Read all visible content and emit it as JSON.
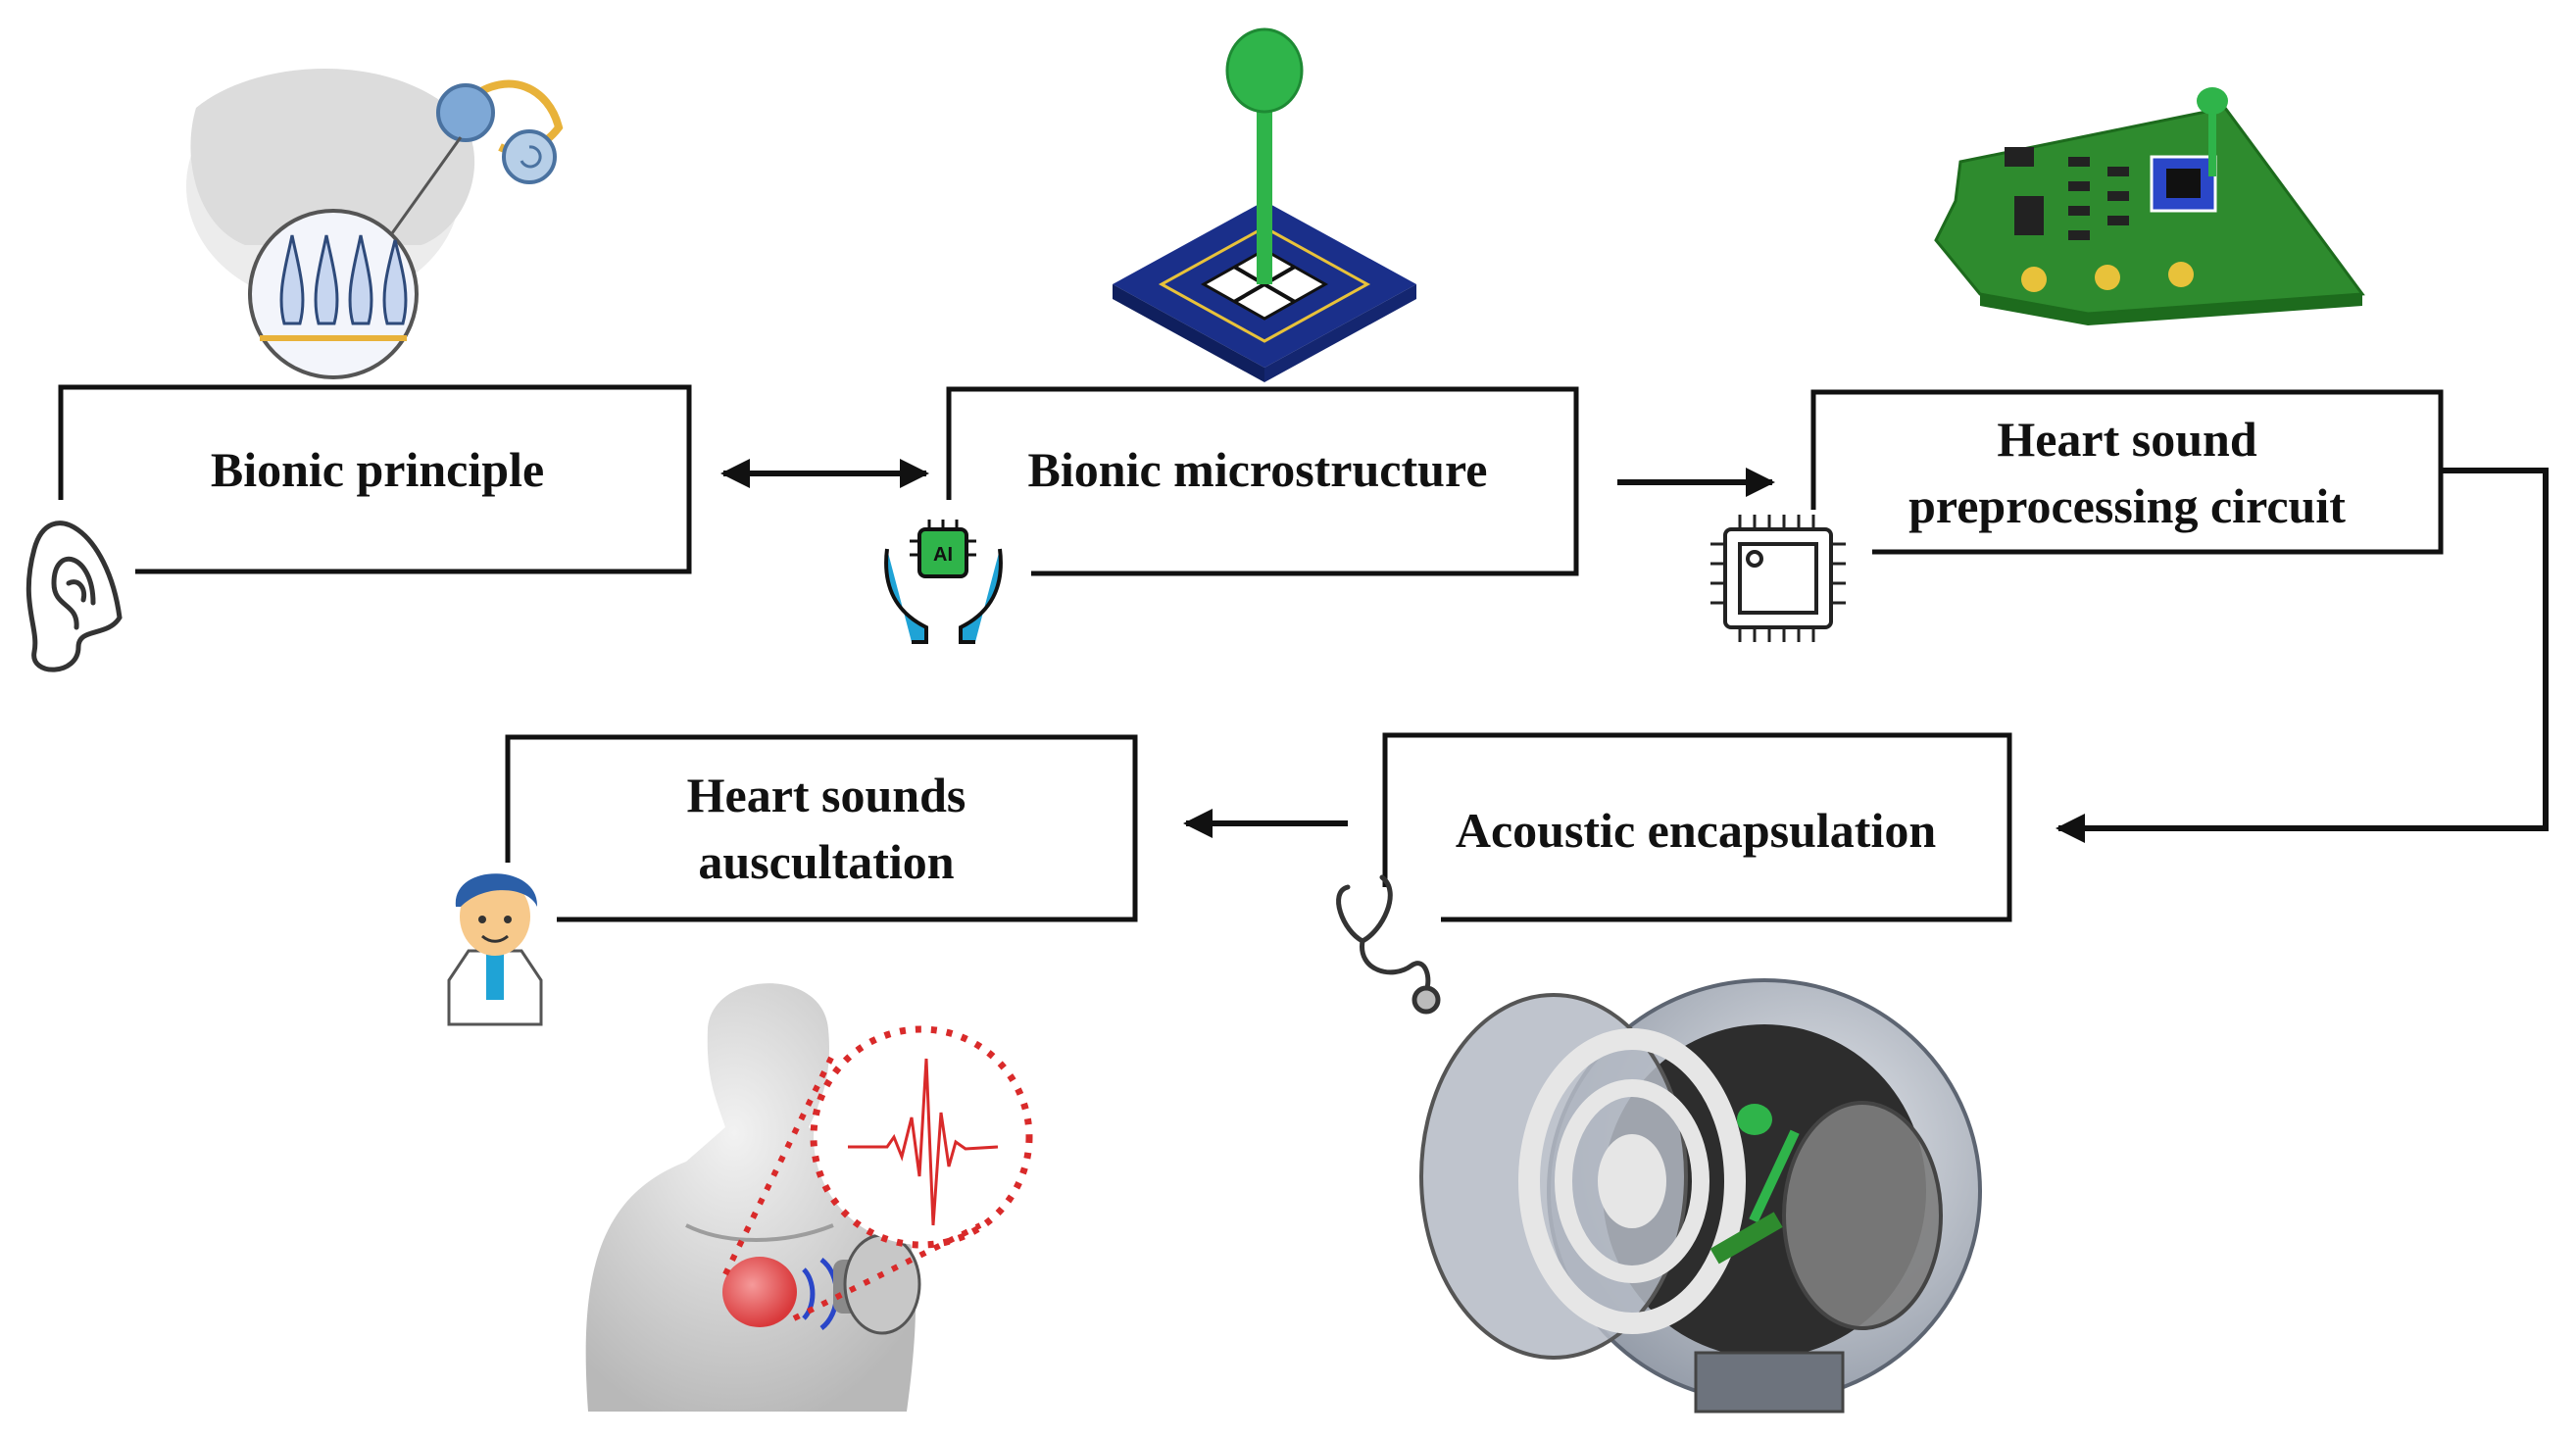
{
  "steps": {
    "bionic_principle": {
      "label": "Bionic principle",
      "icon": "ear-icon",
      "illustration": "inner-ear-hair-cells-illustration"
    },
    "bionic_microstructure": {
      "label": "Bionic microstructure",
      "icon": "ai-chip-hands-icon",
      "illustration": "cilia-microstructure-illustration"
    },
    "preprocessing_circuit": {
      "line1": "Heart sound",
      "line2": "preprocessing circuit",
      "icon": "microchip-icon",
      "illustration": "pcb-board-illustration"
    },
    "acoustic_encapsulation": {
      "label": "Acoustic encapsulation",
      "icon": "stethoscope-icon",
      "illustration": "encapsulated-stethoscope-illustration"
    },
    "auscultation": {
      "line1": "Heart sounds",
      "line2": "auscultation",
      "icon": "doctor-icon",
      "illustration": "chest-auscultation-illustration"
    }
  },
  "colors": {
    "box_border": "#111111",
    "arrow": "#111111",
    "pcb_green": "#2e8b2e",
    "cilia_green": "#2fb44a",
    "substrate_blue": "#1a2f8a",
    "ai_blue": "#1fa3d6",
    "heart_red": "#e0373b",
    "ear_gold": "#e8b23a"
  }
}
